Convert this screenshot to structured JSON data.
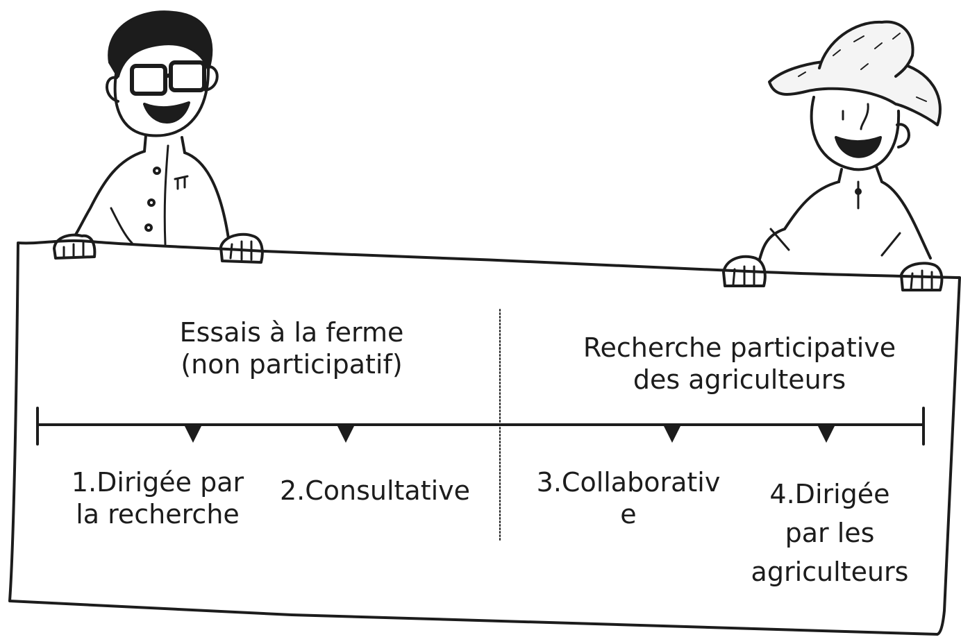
{
  "board": {
    "left_heading": "Essais à la ferme\n(non participatif)",
    "right_heading": "Recherche participative\ndes agriculteurs"
  },
  "stages": [
    {
      "label": "1.Dirigée par\nla recherche"
    },
    {
      "label": "2.Consultative"
    },
    {
      "label": "3.Collaborativ\ne"
    },
    {
      "label": "4.Dirigée\npar les\nagriculteurs"
    }
  ],
  "colors": {
    "ink": "#1c1c1c",
    "paper": "#ffffff"
  },
  "figures": {
    "left": "researcher-with-glasses",
    "right": "farmer-with-straw-hat"
  }
}
